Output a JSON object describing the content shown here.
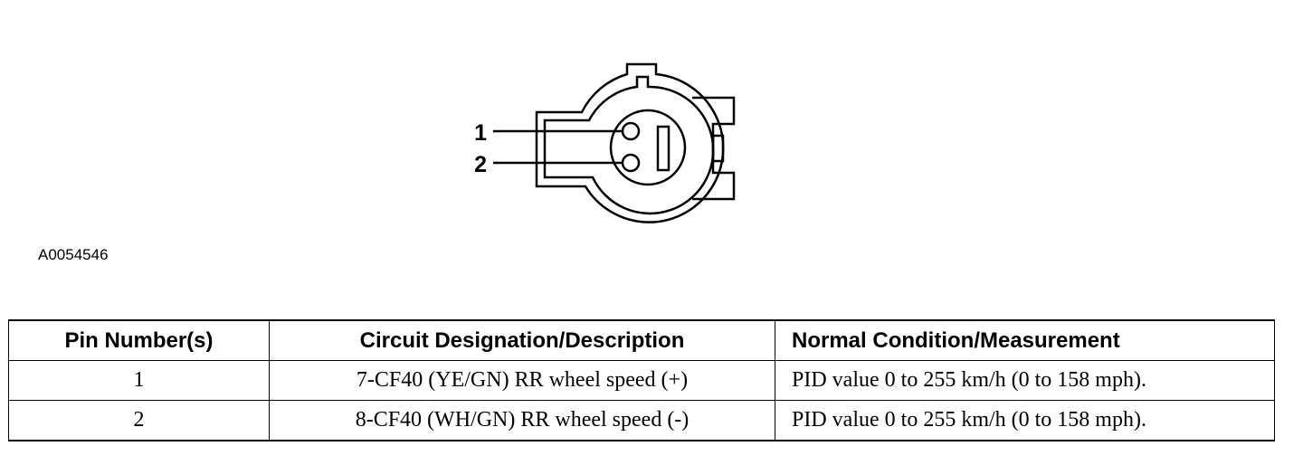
{
  "figure": {
    "id": "A0054546",
    "pin_labels": [
      "1",
      "2"
    ]
  },
  "table": {
    "headers": [
      "Pin Number(s)",
      "Circuit Designation/Description",
      "Normal Condition/Measurement"
    ],
    "rows": [
      [
        "1",
        "7-CF40 (YE/GN) RR wheel speed (+)",
        "PID value 0 to 255 km/h (0 to 158 mph)."
      ],
      [
        "2",
        "8-CF40 (WH/GN) RR wheel speed (-)",
        "PID value 0 to 255 km/h (0 to 158 mph)."
      ]
    ]
  }
}
